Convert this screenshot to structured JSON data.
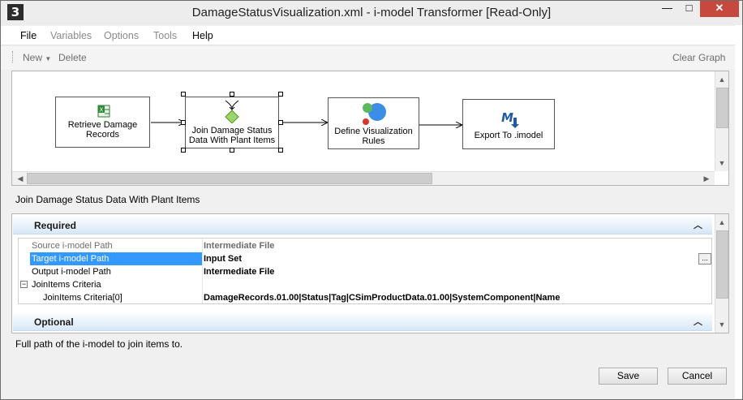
{
  "window": {
    "app_icon": "3",
    "title": "DamageStatusVisualization.xml - i-model Transformer [Read-Only]",
    "min_glyph": "—",
    "max_glyph": "□",
    "close_glyph": "✕"
  },
  "menu": {
    "file": "File",
    "variables": "Variables",
    "options": "Options",
    "tools": "Tools",
    "help": "Help"
  },
  "toolbar": {
    "new_label": "New",
    "delete_label": "Delete",
    "clear_graph_label": "Clear Graph"
  },
  "graph": {
    "nodes": [
      {
        "label_line1": "Retrieve Damage",
        "label_line2": "Records",
        "icon": "spreadsheet-icon"
      },
      {
        "label_line1": "Join Damage Status",
        "label_line2": "Data With Plant Items",
        "icon": "join-diamond-icon"
      },
      {
        "label_line1": "Define Visualization",
        "label_line2": "Rules",
        "icon": "visualization-circles-icon"
      },
      {
        "label_line1": "Export To .imodel",
        "label_line2": "",
        "icon": "export-imodel-icon"
      }
    ],
    "selected_node": "Join Damage Status Data With Plant Items"
  },
  "properties": {
    "required_title": "Required",
    "optional_title": "Optional",
    "rows": [
      {
        "name": "Source i-model Path",
        "value": "Intermediate File"
      },
      {
        "name": "Target i-model Path",
        "value": "Input Set"
      },
      {
        "name": "Output i-model Path",
        "value": "Intermediate File"
      },
      {
        "name": "JoinItems Criteria",
        "value": ""
      },
      {
        "name": "JoinItems Criteria[0]",
        "value": "DamageRecords.01.00|Status|Tag|CSimProductData.01.00|SystemComponent|Name"
      }
    ],
    "ellipsis": "...",
    "expand_glyph": "−"
  },
  "description": "Full path of the i-model to join items to.",
  "buttons": {
    "save": "Save",
    "cancel": "Cancel"
  },
  "colors": {
    "selection": "#3399ff",
    "close_button": "#c7483c",
    "section_header": "#d6e7f7"
  }
}
